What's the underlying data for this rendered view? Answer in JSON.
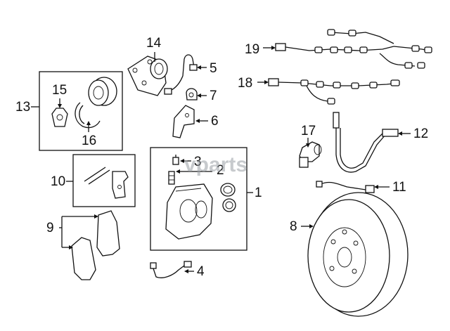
{
  "watermark": "vparts",
  "callouts": {
    "c1": "1",
    "c2": "2",
    "c3": "3",
    "c4": "4",
    "c5": "5",
    "c6": "6",
    "c7": "7",
    "c8": "8",
    "c9": "9",
    "c10": "10",
    "c11": "11",
    "c12": "12",
    "c13": "13",
    "c14": "14",
    "c15": "15",
    "c16": "16",
    "c17": "17",
    "c18": "18",
    "c19": "19"
  }
}
